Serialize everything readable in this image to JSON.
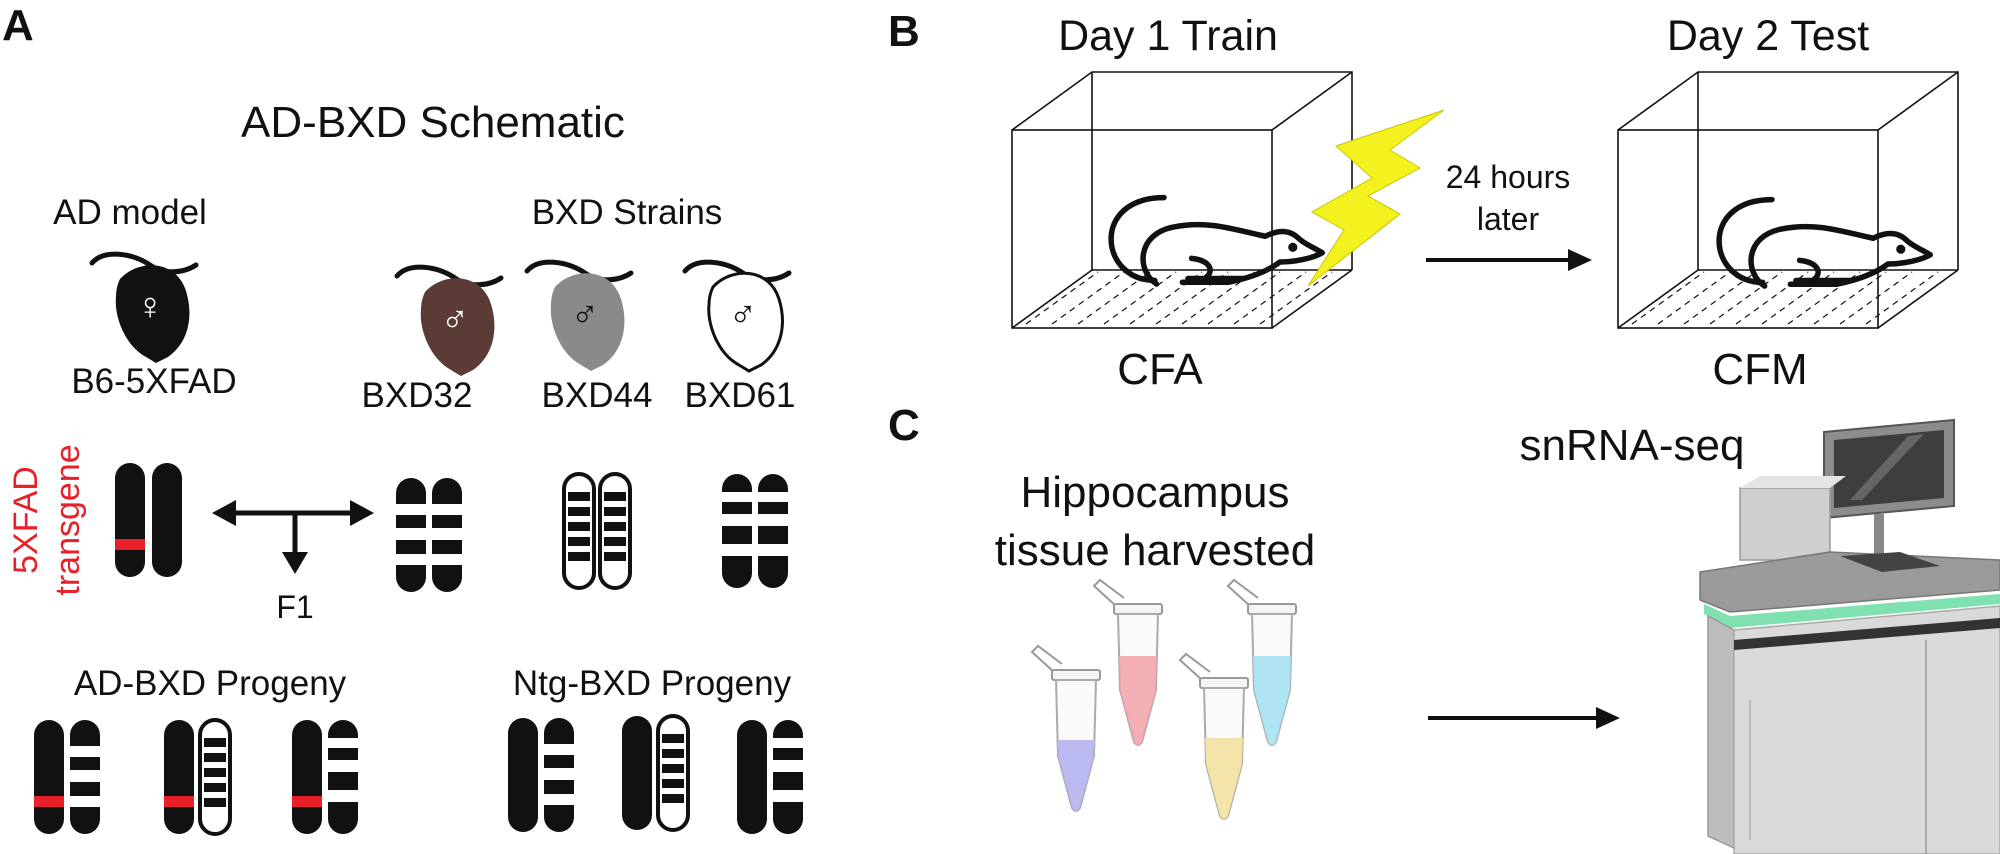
{
  "panels": {
    "a": {
      "letter": "A",
      "title": "AD-BXD Schematic",
      "ad_model_label": "AD model",
      "bxd_strains_label": "BXD Strains",
      "female_symbol": "♀",
      "male_symbol": "♂",
      "b6_label": "B6-5XFAD",
      "strains": [
        "BXD32",
        "BXD44",
        "BXD61"
      ],
      "transgene_label_1": "5XFAD",
      "transgene_label_2": "transgene",
      "f1_label": "F1",
      "ad_progeny_label": "AD-BXD Progeny",
      "ntg_progeny_label": "Ntg-BXD Progeny"
    },
    "b": {
      "letter": "B",
      "day1_label": "Day 1 Train",
      "day2_label": "Day 2 Test",
      "interval_line1": "24 hours",
      "interval_line2": "later",
      "cfa_label": "CFA",
      "cfm_label": "CFM"
    },
    "c": {
      "letter": "C",
      "tissue_line1": "Hippocampus",
      "tissue_line2": "tissue harvested",
      "seq_label": "snRNA-seq"
    }
  },
  "colors": {
    "transgene_red": "#e8202a",
    "bxd32_brown": "#5b3b36",
    "bxd44_gray": "#8a8a8a",
    "lightning_yellow": "#f4f21e",
    "sequencer_accent": "#7fe0b0",
    "tube_pink": "#f3a6ad",
    "tube_blue": "#a6e2f2",
    "tube_purple": "#b5b4f0",
    "tube_yellow": "#f3e1a0"
  }
}
